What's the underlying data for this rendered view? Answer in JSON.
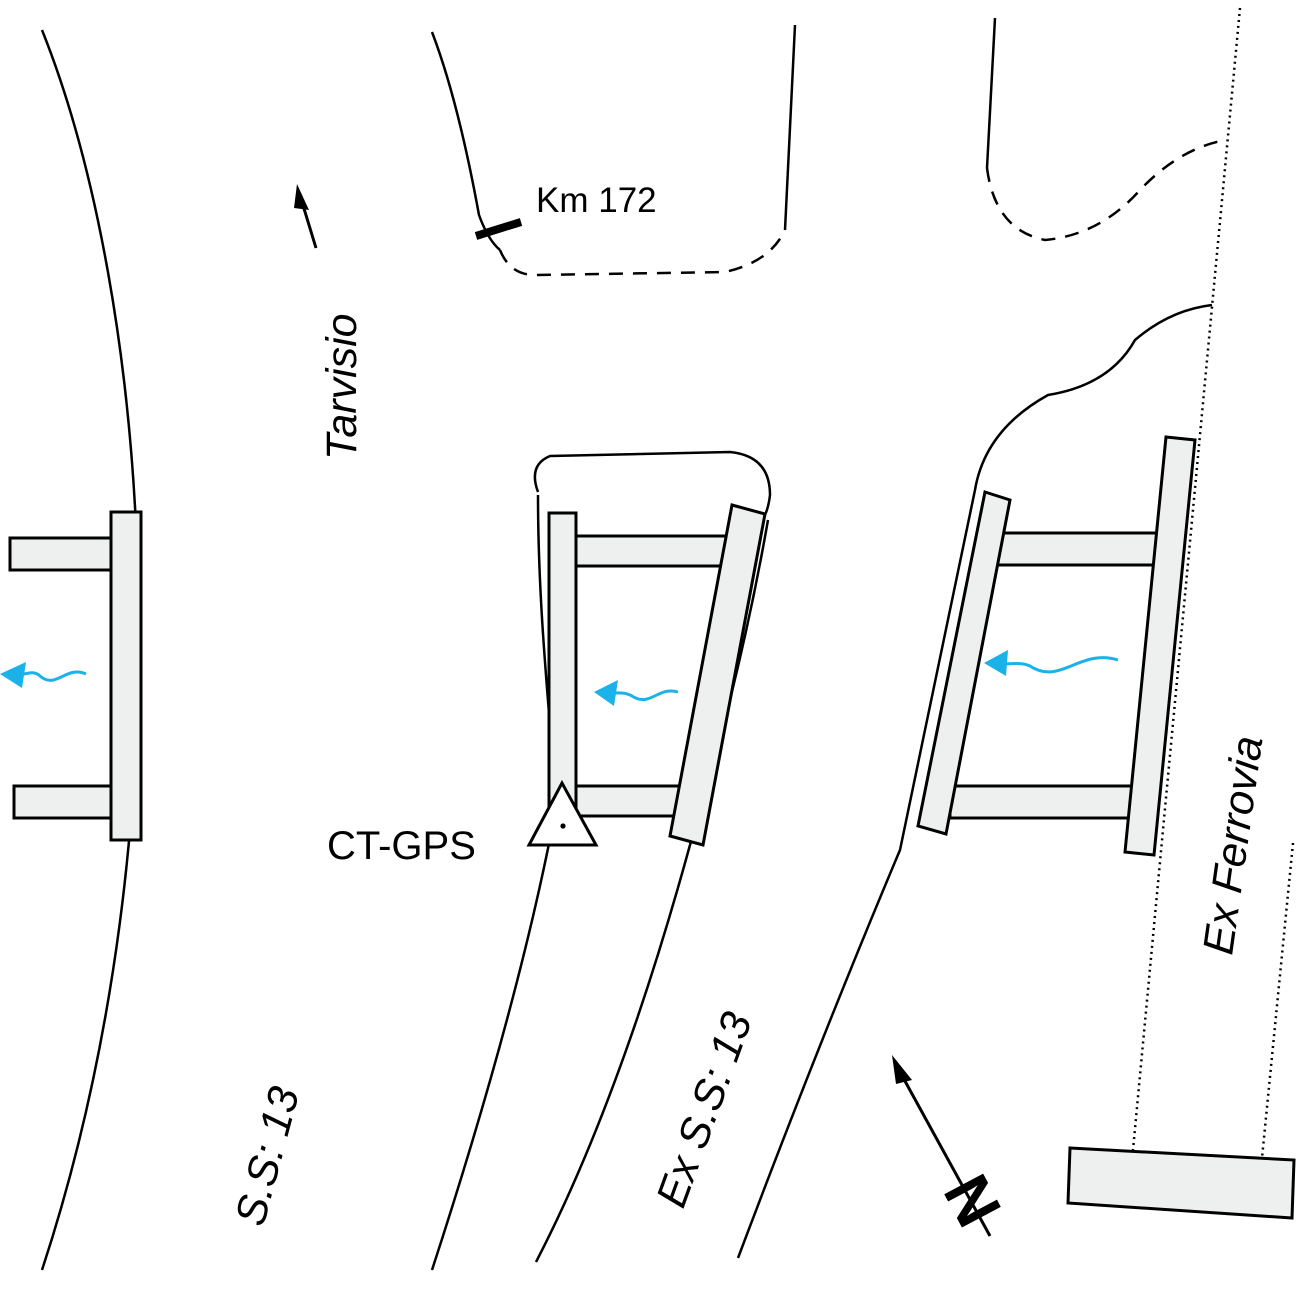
{
  "labels": {
    "km": "Km 172",
    "tarvisio": "Tarvisio",
    "station": "CT-GPS",
    "ss13": "S.S: 13",
    "ex_ss13": "Ex S.S: 13",
    "ex_ferrovia": "Ex Ferrovia",
    "north": "N"
  },
  "colors": {
    "water": "#1ab2e8",
    "structure_fill": "#eef0ef",
    "line": "#000000"
  },
  "icons": {
    "station": "triangle-survey-marker-icon",
    "north": "north-arrow-icon",
    "direction": "direction-arrow-icon",
    "flow": "water-flow-arrow-icon"
  }
}
